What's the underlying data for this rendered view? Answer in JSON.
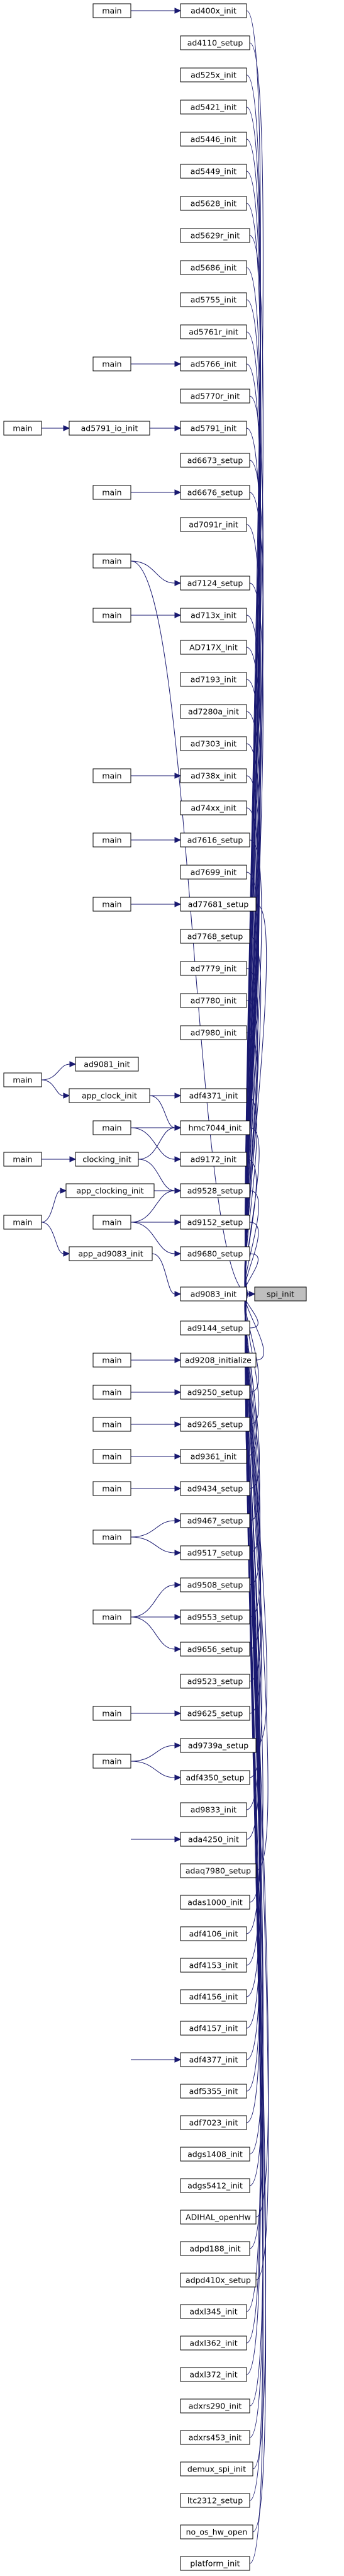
{
  "graph": {
    "root": "spi_init",
    "nodes": [
      {
        "id": "spi",
        "label": "spi_init",
        "root": true
      },
      {
        "id": "ad400x",
        "label": "ad400x_init"
      },
      {
        "id": "ad4110",
        "label": "ad4110_setup"
      },
      {
        "id": "ad525x",
        "label": "ad525x_init"
      },
      {
        "id": "ad5421",
        "label": "ad5421_init"
      },
      {
        "id": "ad5446",
        "label": "ad5446_init"
      },
      {
        "id": "ad5449",
        "label": "ad5449_init"
      },
      {
        "id": "ad5628",
        "label": "ad5628_init"
      },
      {
        "id": "ad5629r",
        "label": "ad5629r_init"
      },
      {
        "id": "ad5686",
        "label": "ad5686_init"
      },
      {
        "id": "ad5755",
        "label": "ad5755_init"
      },
      {
        "id": "ad5761r",
        "label": "ad5761r_init"
      },
      {
        "id": "ad5766",
        "label": "ad5766_init"
      },
      {
        "id": "ad5770r",
        "label": "ad5770r_init"
      },
      {
        "id": "ad5791",
        "label": "ad5791_init"
      },
      {
        "id": "ad5791io",
        "label": "ad5791_io_init"
      },
      {
        "id": "ad6673",
        "label": "ad6673_setup"
      },
      {
        "id": "ad6676",
        "label": "ad6676_setup"
      },
      {
        "id": "ad7091r",
        "label": "ad7091r_init"
      },
      {
        "id": "ad7124",
        "label": "ad7124_setup"
      },
      {
        "id": "ad713x",
        "label": "ad713x_init"
      },
      {
        "id": "AD717X",
        "label": "AD717X_Init"
      },
      {
        "id": "ad7193",
        "label": "ad7193_init"
      },
      {
        "id": "ad7280a",
        "label": "ad7280a_init"
      },
      {
        "id": "ad7303",
        "label": "ad7303_init"
      },
      {
        "id": "ad738x",
        "label": "ad738x_init"
      },
      {
        "id": "ad74xx",
        "label": "ad74xx_init"
      },
      {
        "id": "ad7616",
        "label": "ad7616_setup"
      },
      {
        "id": "ad7699",
        "label": "ad7699_init"
      },
      {
        "id": "ad77681",
        "label": "ad77681_setup"
      },
      {
        "id": "ad7768",
        "label": "ad7768_setup"
      },
      {
        "id": "ad7779",
        "label": "ad7779_init"
      },
      {
        "id": "ad7780",
        "label": "ad7780_init"
      },
      {
        "id": "ad7980",
        "label": "ad7980_init"
      },
      {
        "id": "ad9081",
        "label": "ad9081_init"
      },
      {
        "id": "appclk",
        "label": "app_clock_init"
      },
      {
        "id": "adf4371",
        "label": "adf4371_init"
      },
      {
        "id": "hmc7044",
        "label": "hmc7044_init"
      },
      {
        "id": "clocking",
        "label": "clocking_init"
      },
      {
        "id": "ad9172",
        "label": "ad9172_init"
      },
      {
        "id": "appclocking",
        "label": "app_clocking_init"
      },
      {
        "id": "ad9528",
        "label": "ad9528_setup"
      },
      {
        "id": "ad9152",
        "label": "ad9152_setup"
      },
      {
        "id": "ad9680",
        "label": "ad9680_setup"
      },
      {
        "id": "appad9083",
        "label": "app_ad9083_init"
      },
      {
        "id": "ad9083",
        "label": "ad9083_init"
      },
      {
        "id": "ad9144",
        "label": "ad9144_setup"
      },
      {
        "id": "ad9208",
        "label": "ad9208_initialize"
      },
      {
        "id": "ad9250",
        "label": "ad9250_setup"
      },
      {
        "id": "ad9265",
        "label": "ad9265_setup"
      },
      {
        "id": "ad9361",
        "label": "ad9361_init"
      },
      {
        "id": "ad9434",
        "label": "ad9434_setup"
      },
      {
        "id": "ad9467",
        "label": "ad9467_setup"
      },
      {
        "id": "ad9517",
        "label": "ad9517_setup"
      },
      {
        "id": "ad9508",
        "label": "ad9508_setup"
      },
      {
        "id": "ad9553",
        "label": "ad9553_setup"
      },
      {
        "id": "ad9656",
        "label": "ad9656_setup"
      },
      {
        "id": "ad9523",
        "label": "ad9523_setup"
      },
      {
        "id": "ad9625",
        "label": "ad9625_setup"
      },
      {
        "id": "ad9739a",
        "label": "ad9739a_setup"
      },
      {
        "id": "adf4350",
        "label": "adf4350_setup"
      },
      {
        "id": "ad9833",
        "label": "ad9833_init"
      },
      {
        "id": "ada4250",
        "label": "ada4250_init"
      },
      {
        "id": "adaq7980",
        "label": "adaq7980_setup"
      },
      {
        "id": "adas1000",
        "label": "adas1000_init"
      },
      {
        "id": "adf4106",
        "label": "adf4106_init"
      },
      {
        "id": "adf4153",
        "label": "adf4153_init"
      },
      {
        "id": "adf4156",
        "label": "adf4156_init"
      },
      {
        "id": "adf4157",
        "label": "adf4157_init"
      },
      {
        "id": "adf4377",
        "label": "adf4377_init"
      },
      {
        "id": "adf5355",
        "label": "adf5355_init"
      },
      {
        "id": "adf7023",
        "label": "adf7023_init"
      },
      {
        "id": "adgs1408",
        "label": "adgs1408_init"
      },
      {
        "id": "adgs5412",
        "label": "adgs5412_init"
      },
      {
        "id": "adihal",
        "label": "ADIHAL_openHw"
      },
      {
        "id": "adpd188",
        "label": "adpd188_init"
      },
      {
        "id": "adpd410x",
        "label": "adpd410x_setup"
      },
      {
        "id": "adxl345",
        "label": "adxl345_init"
      },
      {
        "id": "adxl362",
        "label": "adxl362_init"
      },
      {
        "id": "adxl372",
        "label": "adxl372_init"
      },
      {
        "id": "adxrs290",
        "label": "adxrs290_init"
      },
      {
        "id": "adxrs453",
        "label": "adxrs453_init"
      },
      {
        "id": "demux",
        "label": "demux_spi_init"
      },
      {
        "id": "ltc2312",
        "label": "ltc2312_setup"
      },
      {
        "id": "nooshw",
        "label": "no_os_hw_open"
      },
      {
        "id": "platform",
        "label": "platform_init"
      },
      {
        "id": "m1",
        "label": "main"
      },
      {
        "id": "m2",
        "label": "main"
      },
      {
        "id": "m3",
        "label": "main"
      },
      {
        "id": "m4",
        "label": "main"
      },
      {
        "id": "m5",
        "label": "main"
      },
      {
        "id": "m6",
        "label": "main"
      },
      {
        "id": "m7",
        "label": "main"
      },
      {
        "id": "m8",
        "label": "main"
      },
      {
        "id": "m9",
        "label": "main"
      },
      {
        "id": "m10",
        "label": "main"
      },
      {
        "id": "m11",
        "label": "main"
      },
      {
        "id": "m12",
        "label": "main"
      },
      {
        "id": "m13",
        "label": "main"
      },
      {
        "id": "m14",
        "label": "main"
      },
      {
        "id": "m15",
        "label": "main"
      },
      {
        "id": "m16",
        "label": "main"
      },
      {
        "id": "m17",
        "label": "main"
      },
      {
        "id": "m18",
        "label": "main"
      },
      {
        "id": "m19",
        "label": "main"
      },
      {
        "id": "m20",
        "label": "main"
      },
      {
        "id": "m21",
        "label": "main"
      },
      {
        "id": "m22",
        "label": "main"
      },
      {
        "id": "m23",
        "label": "main"
      }
    ],
    "edges": [
      [
        "m1",
        "ad400x"
      ],
      [
        "m2",
        "ad5766"
      ],
      [
        "ad5791io",
        "ad5791"
      ],
      [
        "m3",
        "ad5791io"
      ],
      [
        "m4",
        "ad6676"
      ],
      [
        "m5",
        "ad7124"
      ],
      [
        "m5",
        "spi"
      ],
      [
        "m6",
        "ad713x"
      ],
      [
        "m7",
        "ad738x"
      ],
      [
        "m8",
        "ad7616"
      ],
      [
        "m9",
        "ad77681"
      ],
      [
        "m10",
        "ad9081"
      ],
      [
        "m10",
        "appclk"
      ],
      [
        "appclk",
        "adf4371"
      ],
      [
        "appclk",
        "hmc7044"
      ],
      [
        "m11",
        "hmc7044"
      ],
      [
        "m11",
        "ad9172"
      ],
      [
        "m12",
        "clocking"
      ],
      [
        "clocking",
        "hmc7044"
      ],
      [
        "clocking",
        "ad9528"
      ],
      [
        "m13",
        "appclocking"
      ],
      [
        "m13",
        "appad9083"
      ],
      [
        "appclocking",
        "ad9528"
      ],
      [
        "m14",
        "ad9528"
      ],
      [
        "m14",
        "ad9152"
      ],
      [
        "m14",
        "ad9680"
      ],
      [
        "appad9083",
        "ad9083"
      ],
      [
        "m15",
        "ad9208"
      ],
      [
        "m16",
        "ad9250"
      ],
      [
        "m17",
        "ad9265"
      ],
      [
        "m18",
        "ad9361"
      ],
      [
        "m19",
        "ad9434"
      ],
      [
        "m20",
        "ad9467"
      ],
      [
        "m20",
        "ad9517"
      ],
      [
        "m21",
        "ad9508"
      ],
      [
        "m21",
        "ad9553"
      ],
      [
        "m21",
        "ad9656"
      ],
      [
        "m22",
        "ad9625"
      ],
      [
        "m23",
        "ad9739a"
      ],
      [
        "m23",
        "adf4350"
      ],
      [
        "m24",
        "ada4250"
      ],
      [
        "m25",
        "adf4377"
      ]
    ]
  }
}
